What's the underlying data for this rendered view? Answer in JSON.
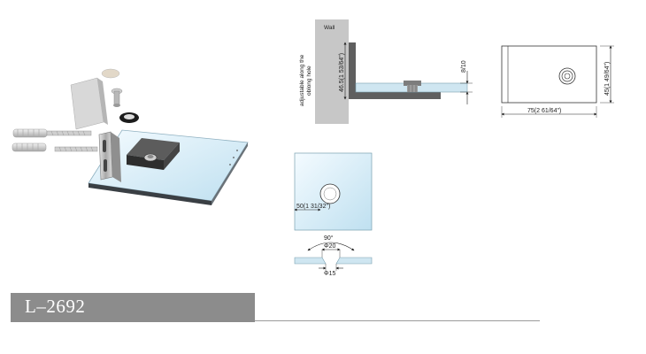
{
  "product": {
    "code": "L–2692"
  },
  "side_view": {
    "wall_label": "Wall",
    "slot_note_line1": "adjustable along the",
    "slot_note_line2": "oblong hole",
    "height_dim": "46.5(1 53/64\")",
    "glass_dim": "8/10"
  },
  "top_view": {
    "width_dim": "75(2 61/64\")",
    "height_dim": "45(1 49/64\")"
  },
  "glass_detail": {
    "edge_dim": "50(1 31/32\")",
    "angle": "90°",
    "countersink_dia": "Φ20",
    "hole_dia": "Φ15"
  },
  "colors": {
    "banner": "#8c8c8c",
    "glass": "#d8ecf6",
    "wall": "#c7c7c7",
    "metal": "#6f6f6f"
  }
}
